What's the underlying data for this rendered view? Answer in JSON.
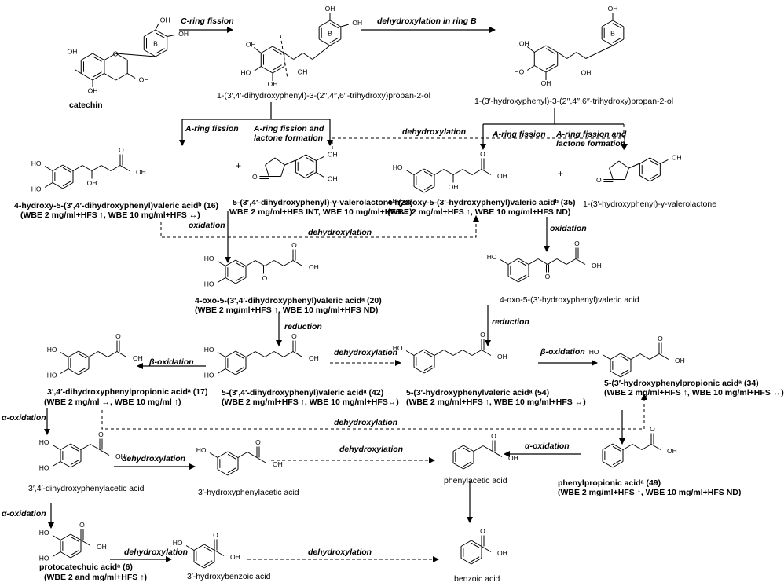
{
  "compounds": {
    "catechin": {
      "name": "catechin",
      "ring_label": "B"
    },
    "c1": {
      "name": "1-(3′,4′-dihydroxyphenyl)-3-(2′′,4′′,6′′-trihydroxy)propan-2-ol",
      "ring_label": "B"
    },
    "c2": {
      "name": "1-(3′-hydroxyphenyl)-3-(2′′,4′′,6′′-trihydroxy)propan-2-ol",
      "ring_label": "B"
    },
    "c16": {
      "name": "4-hydroxy-5-(3′,4′-dihydroxyphenyl)valeric acidᵇ (16)",
      "note": "(WBE 2 mg/ml+HFS ↑, WBE 10 mg/ml+HFS ↔)"
    },
    "c28": {
      "name": "5-(3′,4′-dihydroxyphenyl)-γ-valerolactoneᵇ (28)",
      "note": "WBE 2 mg/ml+HFS INT, WBE 10 mg/ml+HFS↔)"
    },
    "c35": {
      "name": "4-hydroxy-5-(3′-hydroxyphenyl)valeric acidᵇ (35)",
      "note": "(WBE 2 mg/ml+HFS ↑, WBE 10 mg/ml+HFS ND)"
    },
    "lactone2": {
      "name": "1-(3′-hydroxyphenyl)-γ-valerolactone"
    },
    "c20": {
      "name": "4-oxo-5-(3′,4′-dihydroxyphenyl)valeric acidᵃ (20)",
      "note": "(WBE 2 mg/ml+HFS ↑, WBE 10 mg/ml+HFS ND)"
    },
    "oxo2": {
      "name": "4-oxo-5-(3′-hydroxyphenyl)valeric acid"
    },
    "c17": {
      "name": "3′,4′-dihydroxyphenylpropionic acidᵃ (17)",
      "note": "(WBE 2 mg/ml ↔, WBE 10 mg/ml ↑)"
    },
    "c42": {
      "name": "5-(3′,4′-dihydroxyphenyl)valeric acidᵃ (42)",
      "note": "(WBE 2 mg/ml+HFS ↑, WBE 10 mg/ml+HFS↔)"
    },
    "c54": {
      "name": "5-(3′-hydroxyphenylvaleric acidᵃ (54)",
      "note": "(WBE 2 mg/ml+HFS ↑, WBE 10 mg/ml+HFS ↔)"
    },
    "c34": {
      "name": "5-(3′-hydroxyphenylpropionic acidᵃ (34)",
      "note": "(WBE 2 mg/ml+HFS ↑, WBE 10 mg/ml+HFS ↔)"
    },
    "dhpa": {
      "name": "3′,4′-dihydroxyphenylacetic acid"
    },
    "hpa": {
      "name": "3′-hydroxyphenylacetic acid"
    },
    "pa": {
      "name": "phenylacetic acid"
    },
    "c49": {
      "name": "phenylpropionic acidᵃ (49)",
      "note": "(WBE 2 mg/ml+HFS ↑, WBE 10 mg/ml+HFS ND)"
    },
    "c6": {
      "name": "protocatechuic acidᵃ (6)",
      "note": "(WBE 2 and mg/ml+HFS ↑)"
    },
    "hba": {
      "name": "3′-hydroxybenzoic acid"
    },
    "ba": {
      "name": "benzoic acid"
    }
  },
  "reactions": {
    "c_ring_fission": "C-ring fission",
    "dehydroxylation_ring_b": "dehydroxylation in ring B",
    "a_ring_fission_1": "A-ring fission",
    "a_ring_lactone_1": "A-ring fission and lactone formation",
    "dehydroxylation_top": "dehydroxylation",
    "a_ring_fission_2": "A-ring fission",
    "a_ring_lactone_2": "A-ring fission and lactone formation",
    "oxidation_1": "oxidation",
    "dehydroxylation_mid": "dehydroxylation",
    "oxidation_2": "oxidation",
    "reduction_1": "reduction",
    "reduction_2": "reduction",
    "beta_ox_1": "β-oxidation",
    "dehydroxylation_valeric": "dehydroxylation",
    "beta_ox_2": "β-oxidation",
    "dehydroxylation_propionic": "dehydroxylation",
    "alpha_ox_1": "α-oxidation",
    "dehydroxylation_acetic_1": "dehydroxylation",
    "dehydroxylation_acetic_2": "dehydroxylation",
    "alpha_ox_2": "α-oxidation",
    "alpha_ox_3": "α-oxidation",
    "dehydroxylation_benzoic_1": "dehydroxylation",
    "dehydroxylation_benzoic_2": "dehydroxylation"
  },
  "atoms": {
    "oh": "OH",
    "ho": "HO",
    "o": "O"
  },
  "plus": "+"
}
